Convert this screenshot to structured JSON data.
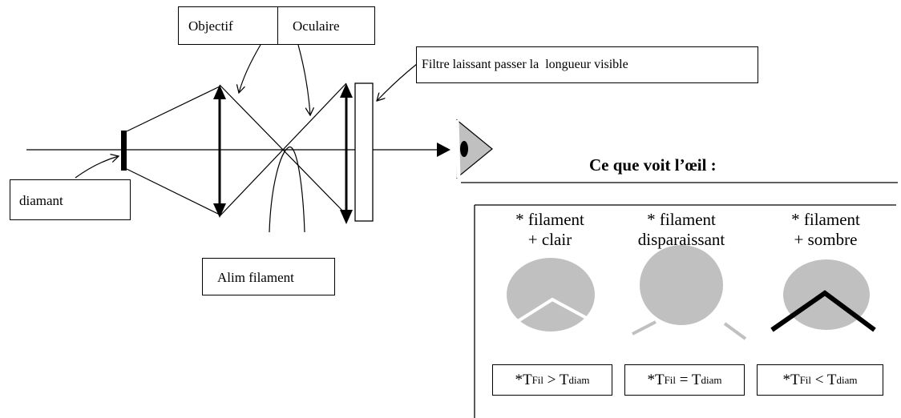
{
  "labels": {
    "objectif": "Objectif",
    "oculaire": "Oculaire",
    "filtre": "Filtre laissant passer la  longueur visible",
    "diamant": "diamant",
    "alim": "Alim filament"
  },
  "panel": {
    "title": "Ce que voit l’œil :",
    "columns": [
      {
        "title_line1": "* filament",
        "title_line2": "+ clair",
        "filament_color": "#ffffff",
        "cond_prefix": "*T",
        "cond_sub1": "Fil",
        "cond_op": " > T",
        "cond_sub2": "diam"
      },
      {
        "title_line1": "* filament",
        "title_line2": "disparaissant",
        "filament_color": "#c0c0c0",
        "cond_prefix": "*T",
        "cond_sub1": "Fil",
        "cond_op": " = T",
        "cond_sub2": "diam"
      },
      {
        "title_line1": "* filament",
        "title_line2": "+ sombre",
        "filament_color": "#000000",
        "cond_prefix": "*T",
        "cond_sub1": "Fil",
        "cond_op": " < T",
        "cond_sub2": "diam"
      }
    ]
  },
  "colors": {
    "disk": "#c0c0c0",
    "line": "#000000"
  }
}
